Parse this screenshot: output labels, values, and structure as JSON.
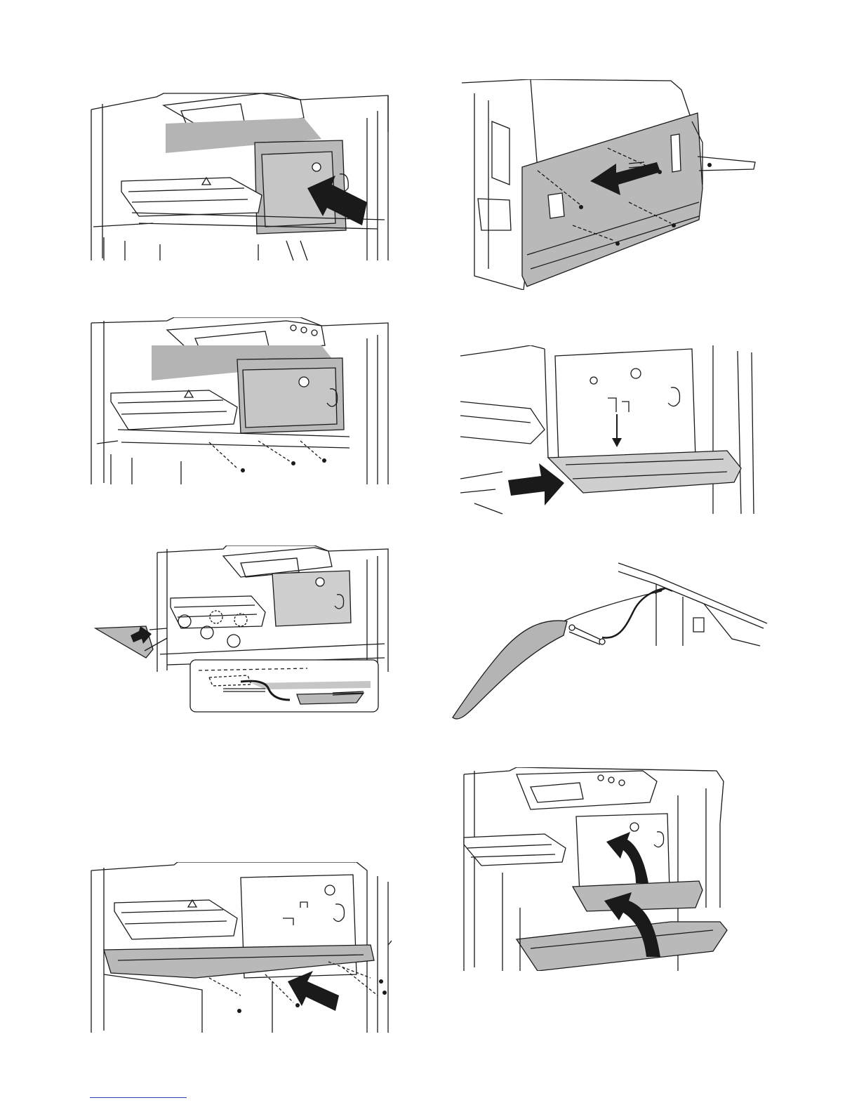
{
  "page": {
    "kind": "service-manual-illustration-page",
    "figure_count": 8,
    "accent_color": "#2a3fb5",
    "shade_color": "#b4b4b4",
    "line_color": "#1a1a1a"
  },
  "figures": [
    {
      "id": "fig-1",
      "subject": "finisher-unit-inserted",
      "icons": [
        "push-arrow-icon"
      ]
    },
    {
      "id": "fig-2",
      "subject": "finisher-screws-removed",
      "icons": [
        "screw-icon"
      ]
    },
    {
      "id": "fig-3",
      "subject": "exit-tray-attach-with-detail",
      "icons": [
        "push-arrow-icon",
        "detail-callout-icon"
      ]
    },
    {
      "id": "fig-4",
      "subject": "lower-cover-fasten",
      "icons": [
        "push-arrow-icon",
        "screw-icon"
      ]
    },
    {
      "id": "fig-5",
      "subject": "side-cover-attach",
      "icons": [
        "push-arrow-icon",
        "screw-icon"
      ]
    },
    {
      "id": "fig-6",
      "subject": "front-cover-tray-attach",
      "icons": [
        "push-arrow-icon",
        "down-arrow-icon"
      ]
    },
    {
      "id": "fig-7",
      "subject": "connector-harness",
      "icons": [
        "harness-icon"
      ]
    },
    {
      "id": "fig-8",
      "subject": "covers-closed",
      "icons": [
        "curved-arrow-icon"
      ]
    }
  ]
}
